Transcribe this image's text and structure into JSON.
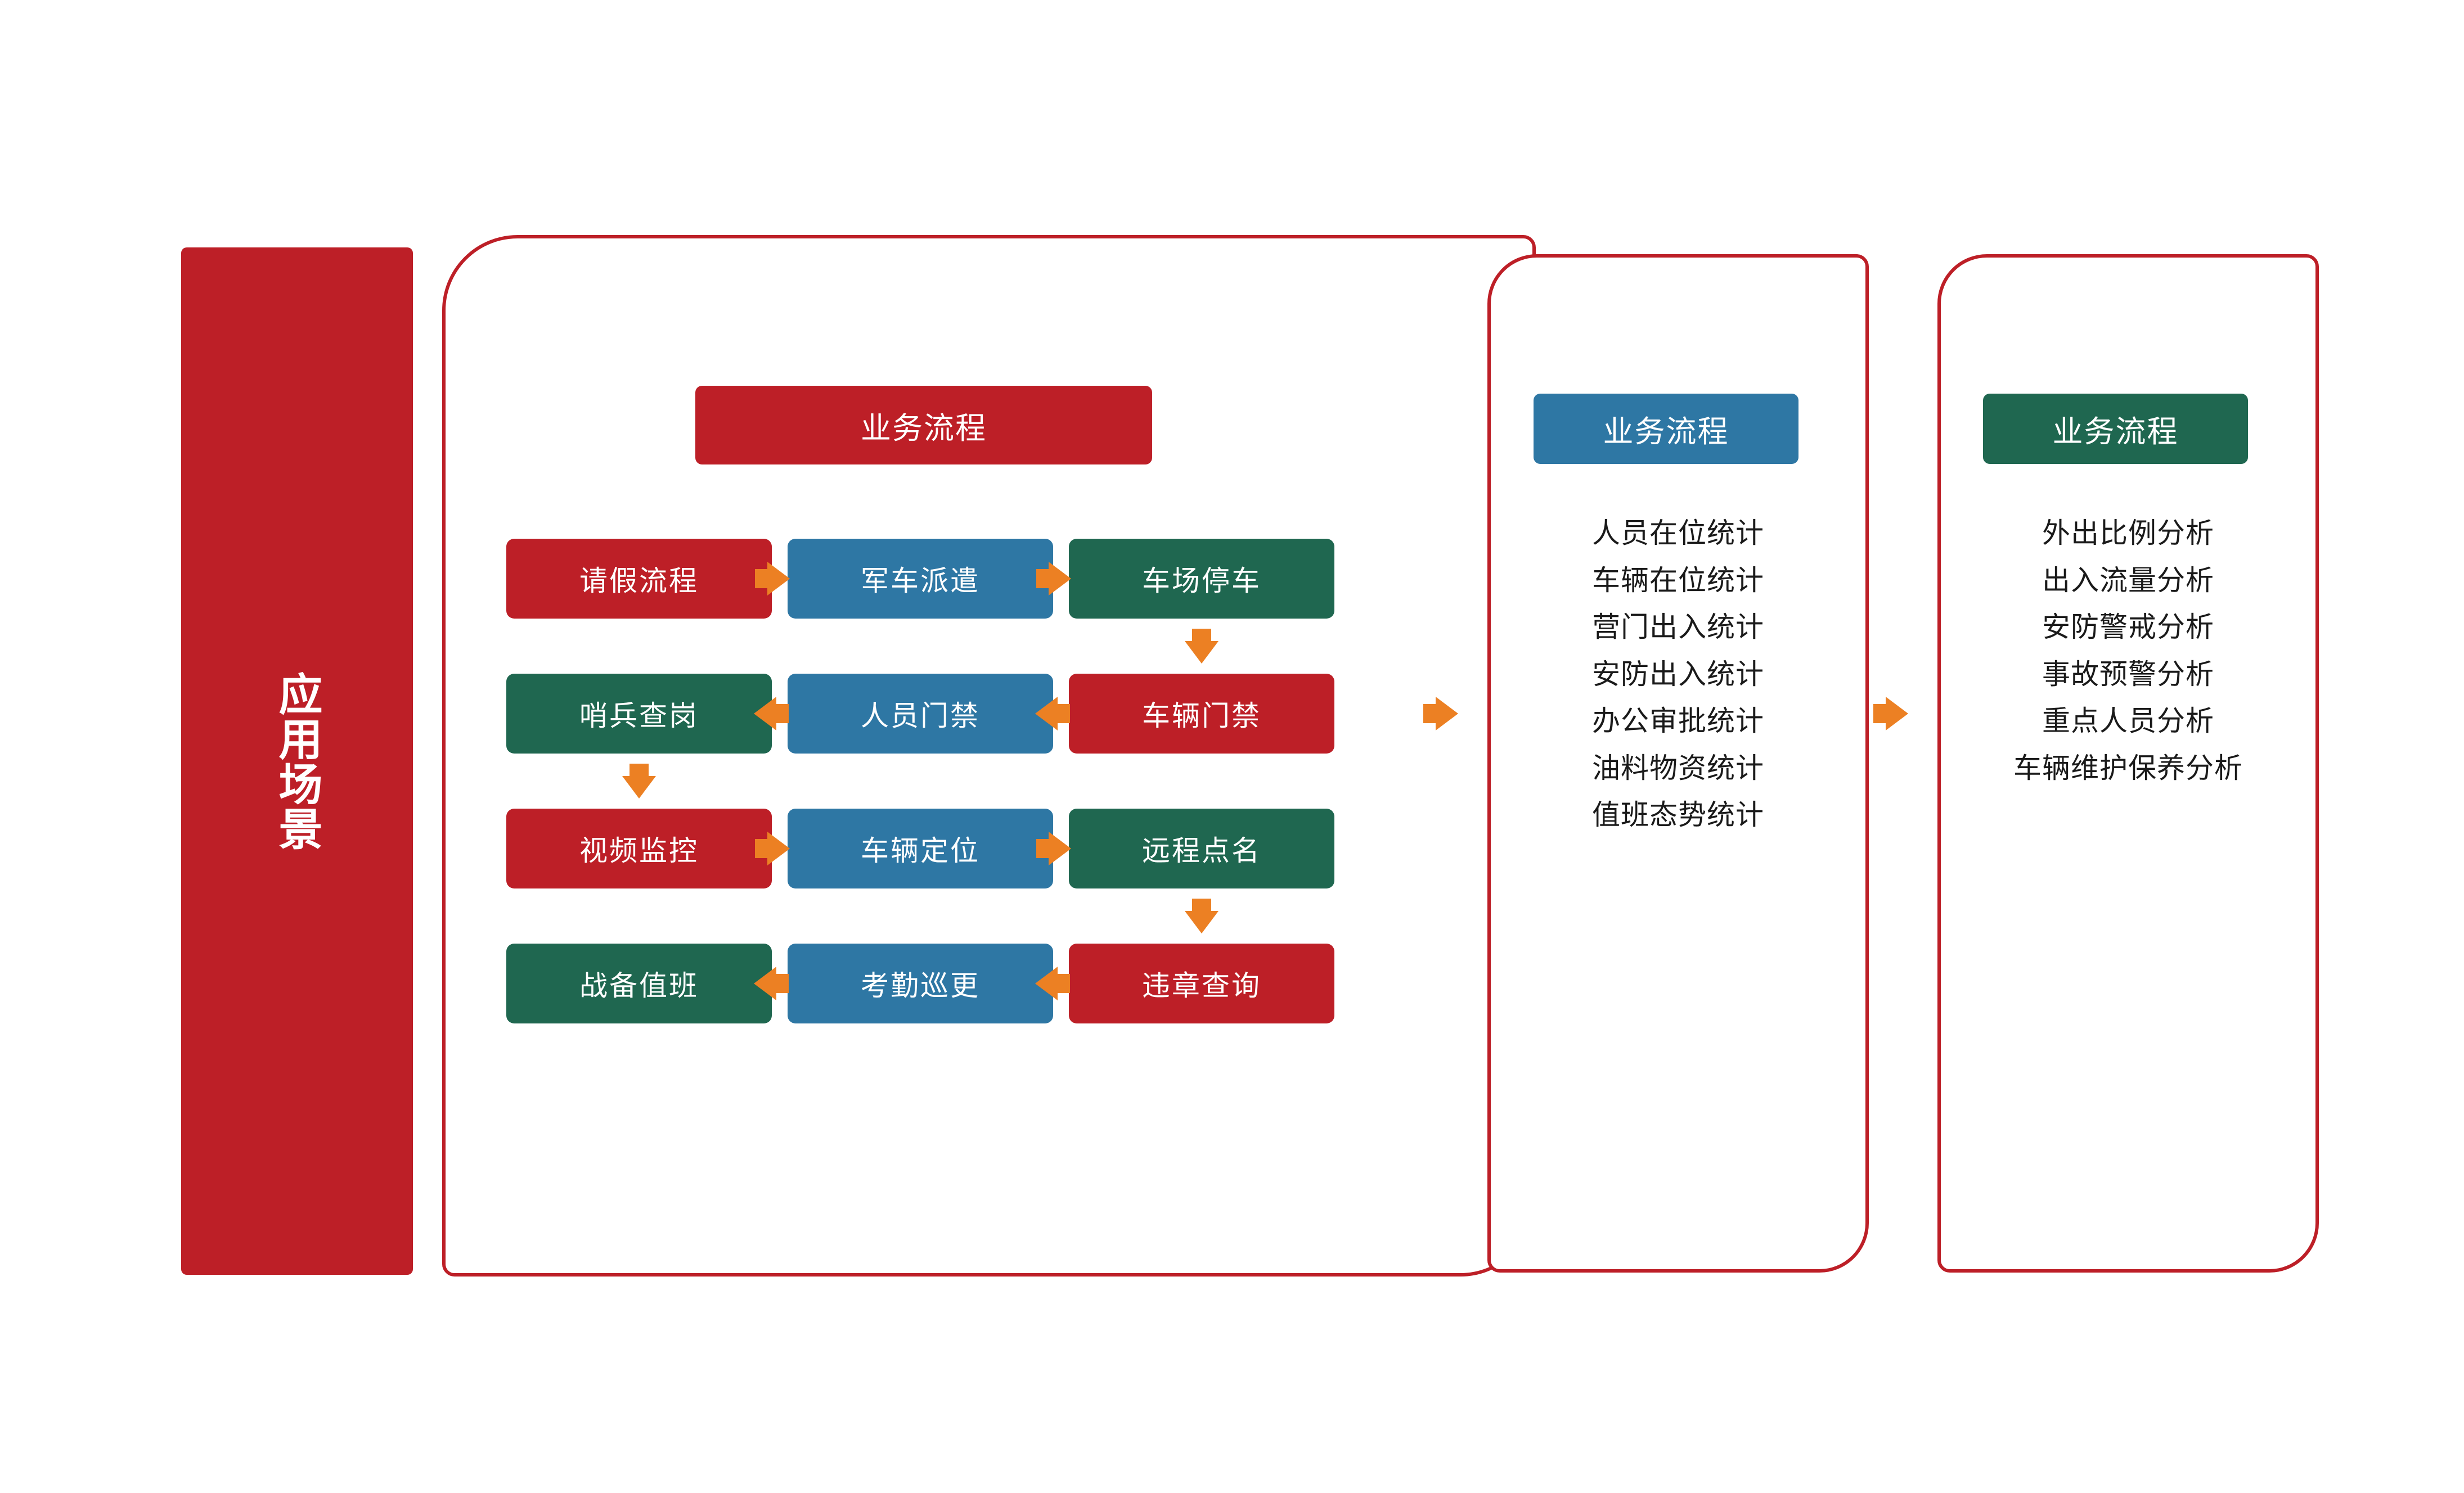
{
  "side_banner": {
    "label": "应用场景",
    "color": "#bd1f27"
  },
  "colors": {
    "red": "#bd1f27",
    "blue": "#2e77a4",
    "green": "#1f6750",
    "arrow_orange": "#ec8023",
    "panel_border": "#bd1f27",
    "text_dark": "#1a1a1a"
  },
  "flow_panel": {
    "header": "业务流程",
    "header_color": "#bd1f27",
    "rows": [
      {
        "direction": "right",
        "boxes": [
          {
            "label": "请假流程",
            "color": "red"
          },
          {
            "label": "军车派遣",
            "color": "blue"
          },
          {
            "label": "车场停车",
            "color": "green"
          }
        ]
      },
      {
        "direction": "left",
        "boxes": [
          {
            "label": "哨兵查岗",
            "color": "green"
          },
          {
            "label": "人员门禁",
            "color": "blue"
          },
          {
            "label": "车辆门禁",
            "color": "red"
          }
        ]
      },
      {
        "direction": "right",
        "boxes": [
          {
            "label": "视频监控",
            "color": "red"
          },
          {
            "label": "车辆定位",
            "color": "blue"
          },
          {
            "label": "远程点名",
            "color": "green"
          }
        ]
      },
      {
        "direction": "left",
        "boxes": [
          {
            "label": "战备值班",
            "color": "green"
          },
          {
            "label": "考勤巡更",
            "color": "blue"
          },
          {
            "label": "违章查询",
            "color": "red"
          }
        ]
      }
    ]
  },
  "stats_panel": {
    "header": "业务流程",
    "header_color": "#2e77a4",
    "items": [
      "人员在位统计",
      "车辆在位统计",
      "营门出入统计",
      "安防出入统计",
      "办公审批统计",
      "油料物资统计",
      "值班态势统计"
    ]
  },
  "analysis_panel": {
    "header": "业务流程",
    "header_color": "#1f6750",
    "items": [
      "外出比例分析",
      "出入流量分析",
      "安防警戒分析",
      "事故预警分析",
      "重点人员分析",
      "车辆维护保养分析"
    ]
  }
}
